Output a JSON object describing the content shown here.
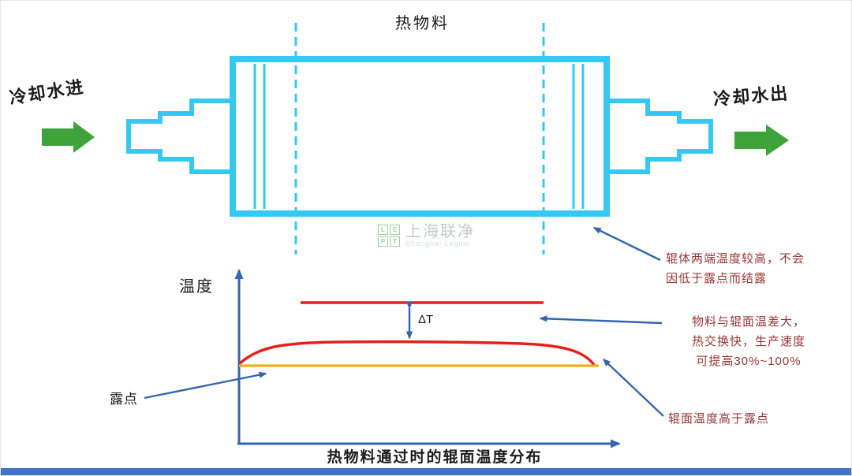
{
  "colors": {
    "cyan": "#35C8F2",
    "green": "#3FA33C",
    "blue": "#3565B0",
    "red": "#E32119",
    "orange": "#F5A800",
    "annotation_red": "#953735",
    "footer_blue": "#4472C4"
  },
  "roller": {
    "top_label": "热物料",
    "cooling_in": "冷却水进",
    "cooling_out": "冷却水出"
  },
  "watermark": {
    "logo_letters": [
      "L",
      "E",
      "P",
      "T"
    ],
    "name": "上海联净",
    "subtitle": "Shanghai Legion"
  },
  "chart": {
    "y_label": "温度",
    "x_title": "热物料通过时的辊面温度分布",
    "delta_t": "ΔT",
    "dew_point": "露点"
  },
  "annotations": {
    "ends_note": "辊体两端温度较高，不会\n因低于露点而结露",
    "heat_note": "物料与辊面温差大，\n热交换快，生产速度\n可提高30%~100%",
    "dew_note": "辊面温度高于露点"
  }
}
